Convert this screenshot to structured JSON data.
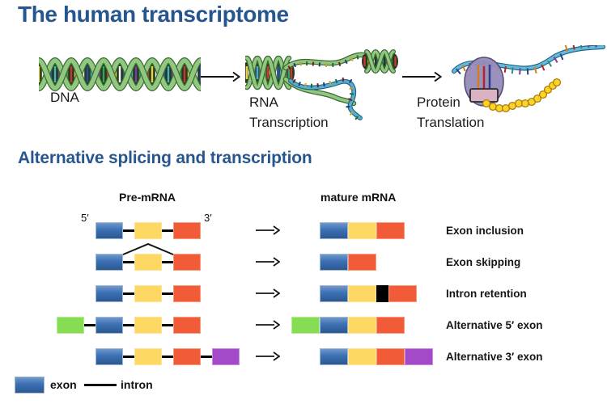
{
  "title": "The human transcriptome",
  "colors": {
    "heading": "#27568F",
    "exon_blue": "#3A70B5",
    "exon_yellow": "#FDD863",
    "exon_red": "#F15B38",
    "exon_green": "#86DC52",
    "exon_purple": "#A44AC8",
    "retained_intron": "#000000",
    "intron_line": "#000000"
  },
  "flow": {
    "steps": [
      {
        "icon": "dna-helix-icon",
        "label_lines": [
          "DNA"
        ]
      },
      {
        "icon": "rna-transcription-icon",
        "label_lines": [
          "RNA",
          "Transcription"
        ]
      },
      {
        "icon": "protein-translation-icon",
        "label_lines": [
          "Protein",
          "Translation"
        ]
      }
    ]
  },
  "splicing": {
    "heading": "Alternative splicing and transcription",
    "pre_mrna_header": "Pre-mRNA",
    "mature_mrna_header": "mature mRNA",
    "five_prime_label": "5′",
    "three_prime_label": "3′",
    "rows": [
      {
        "label": "Exon inclusion",
        "pre_segments": [
          "blue",
          "yellow",
          "red"
        ],
        "bridge": false,
        "mature_segments": [
          "blue",
          "yellow",
          "red"
        ]
      },
      {
        "label": "Exon skipping",
        "pre_segments": [
          "blue",
          "yellow",
          "red"
        ],
        "bridge": true,
        "mature_segments": [
          "blue",
          "red"
        ]
      },
      {
        "label": "Intron retention",
        "pre_segments": [
          "blue",
          "yellow",
          "red"
        ],
        "bridge": false,
        "mature_segments": [
          "blue",
          "yellow",
          "black",
          "red"
        ]
      },
      {
        "label": "Alternative 5′ exon",
        "pre_segments": [
          "green",
          "blue",
          "yellow",
          "red"
        ],
        "bridge": false,
        "mature_segments": [
          "green",
          "blue",
          "yellow",
          "red"
        ]
      },
      {
        "label": "Alternative 3′ exon",
        "pre_segments": [
          "blue",
          "yellow",
          "red",
          "purple"
        ],
        "bridge": false,
        "mature_segments": [
          "blue",
          "yellow",
          "red",
          "purple"
        ]
      }
    ]
  },
  "legend": {
    "exon_label": "exon",
    "intron_label": "intron"
  }
}
